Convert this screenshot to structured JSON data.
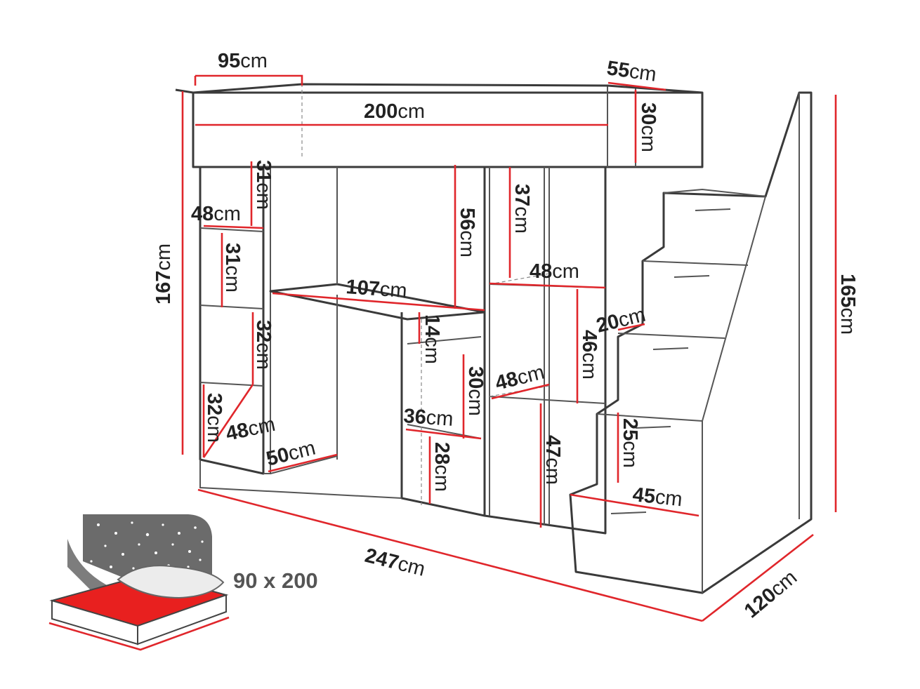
{
  "unit": "cm",
  "dimensions": {
    "bed_width": "95",
    "bed_depth": "55",
    "bed_length": "200",
    "guard_height": "30",
    "overall_height_left": "167",
    "overall_height_right": "165",
    "overall_length": "247",
    "overall_depth": "120",
    "shelf_top_height": "31",
    "shelf_top_width": "48",
    "shelf_mid_height": "31",
    "shelf_low_height": "32",
    "shelf_bottom_height": "32",
    "shelf_bottom_width": "48",
    "desk_depth": "50",
    "desk_width": "107",
    "desk_clearance": "56",
    "wardrobe_top_height": "37",
    "wardrobe_shelf_width": "48",
    "wardrobe_mid_height": "46",
    "wardrobe_low_width": "48",
    "wardrobe_low_height": "47",
    "drawer_gap_height": "14",
    "drawer_unit_height": "30",
    "drawer_unit_width": "36",
    "drawer_bottom_height": "28",
    "step_width": "20",
    "step_height": "25",
    "step_bottom_width": "45"
  },
  "mattress": {
    "label": "90 x 200"
  }
}
